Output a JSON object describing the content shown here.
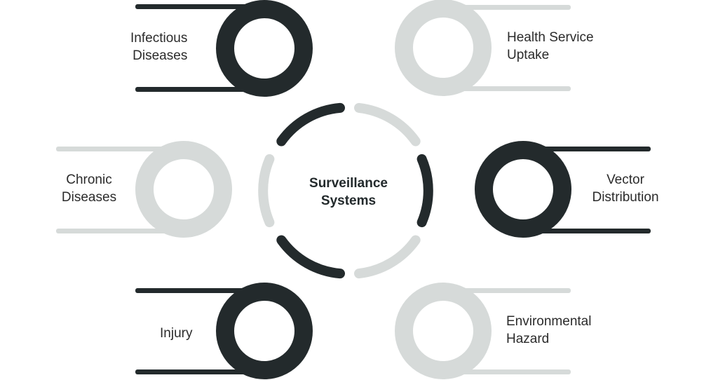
{
  "center": {
    "line1": "Surveillance",
    "line2": "Systems"
  },
  "nodes": [
    {
      "id": "infectious-diseases",
      "line1": "Infectious",
      "line2": "Diseases",
      "style": "dark"
    },
    {
      "id": "health-service-uptake",
      "line1": "Health Service",
      "line2": "Uptake",
      "style": "light"
    },
    {
      "id": "chronic-diseases",
      "line1": "Chronic",
      "line2": "Diseases",
      "style": "light"
    },
    {
      "id": "vector-distribution",
      "line1": "Vector",
      "line2": "Distribution",
      "style": "dark"
    },
    {
      "id": "injury",
      "line1": "Injury",
      "line2": "",
      "style": "dark"
    },
    {
      "id": "environmental-hazard",
      "line1": "Environmental",
      "line2": "Hazard",
      "style": "light"
    }
  ],
  "colors": {
    "dark": "#232a2c",
    "light": "#d6dad9",
    "text": "#2b2b2b",
    "background": "#ffffff"
  }
}
